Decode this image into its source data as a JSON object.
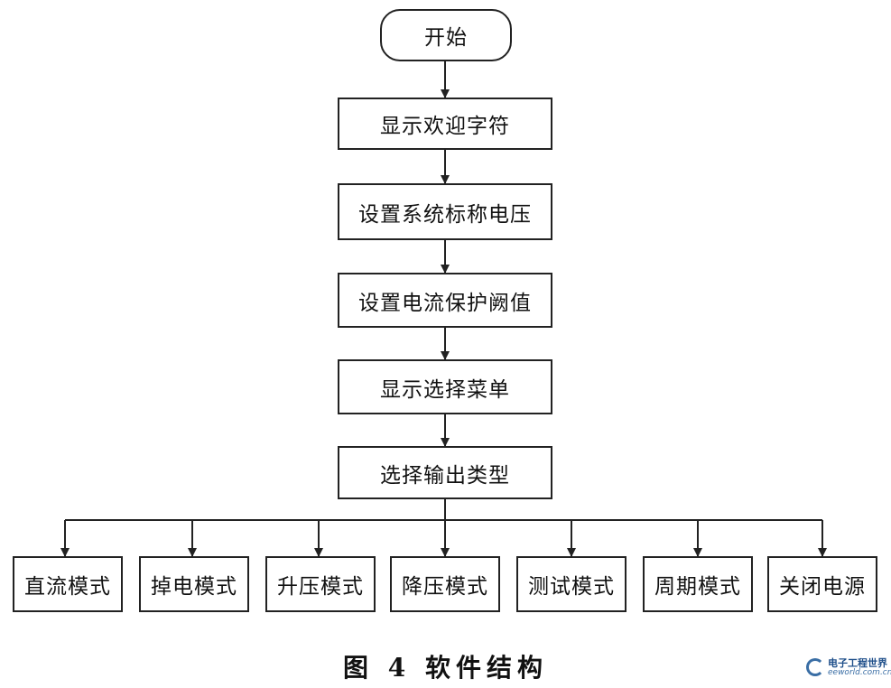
{
  "flow": {
    "start": "开始",
    "steps": [
      "显示欢迎字符",
      "设置系统标称电压",
      "设置电流保护阙值",
      "显示选择菜单",
      "选择输出类型"
    ],
    "modes": [
      "直流模式",
      "掉电模式",
      "升压模式",
      "降压模式",
      "测试模式",
      "周期模式",
      "关闭电源"
    ]
  },
  "caption": "图 4   软件结构",
  "watermark": {
    "cn": "电子工程世界",
    "url": "eeworld.com.cn"
  },
  "colors": {
    "line": "#222222",
    "logo": "#3a6ea5"
  }
}
